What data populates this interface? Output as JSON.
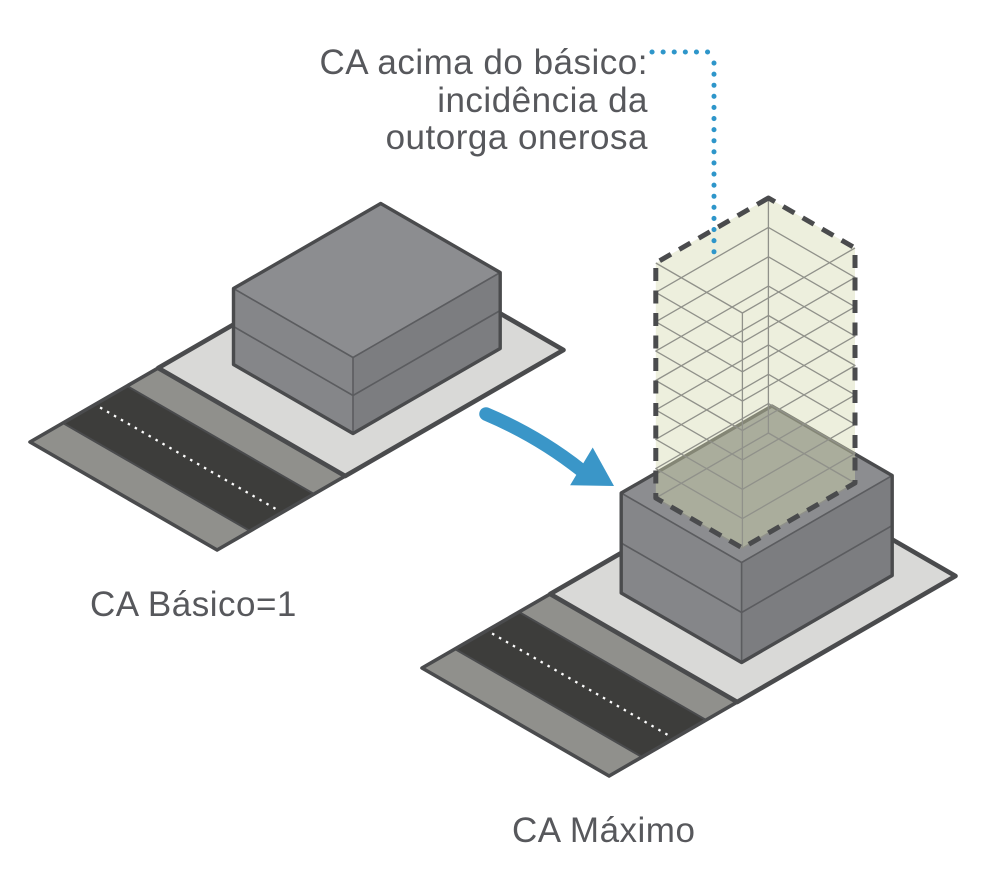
{
  "annotation": {
    "line1": "CA acima do básico:",
    "line2": "incidência da",
    "line3": "outorga onerosa",
    "target": "volume construtivo acima do CA básico (tracejado)"
  },
  "labels": {
    "left_scene": "CA Básico=1",
    "right_scene": "CA Máximo"
  },
  "diagram": {
    "type": "isometric-urban-diagram",
    "scenes": [
      {
        "id": "ca-basico",
        "label": "CA Básico=1",
        "building_storeys_visible": 2,
        "bonus_volume": false
      },
      {
        "id": "ca-maximo",
        "label": "CA Máximo",
        "building_storeys_visible": 2,
        "bonus_volume": true,
        "bonus_volume_levels": 8,
        "bonus_volume_outline": "dashed"
      }
    ],
    "arrow": {
      "meaning": "transformação de CA Básico para CA Máximo",
      "direction": "down-right"
    },
    "leader_line": {
      "style": "dotted",
      "connects": "annotation text to bonus volume"
    }
  },
  "colors": {
    "text": "#57585c",
    "accent_blue": "#3a96c8",
    "leader_blue": "#2e96ca",
    "outline_dark": "#4a4b4d",
    "parcel": "#d9d9d7",
    "sidewalk": "#90908c",
    "road": "#3d3d3b",
    "road_line": "#ffffff",
    "building_top": "#8c8d90",
    "building_left": "#858689",
    "building_right": "#7c7d80",
    "volume_fill": "rgba(213,216,175,0.42)",
    "volume_line": "#90918a",
    "thin_edge": "#5b5c5f"
  }
}
